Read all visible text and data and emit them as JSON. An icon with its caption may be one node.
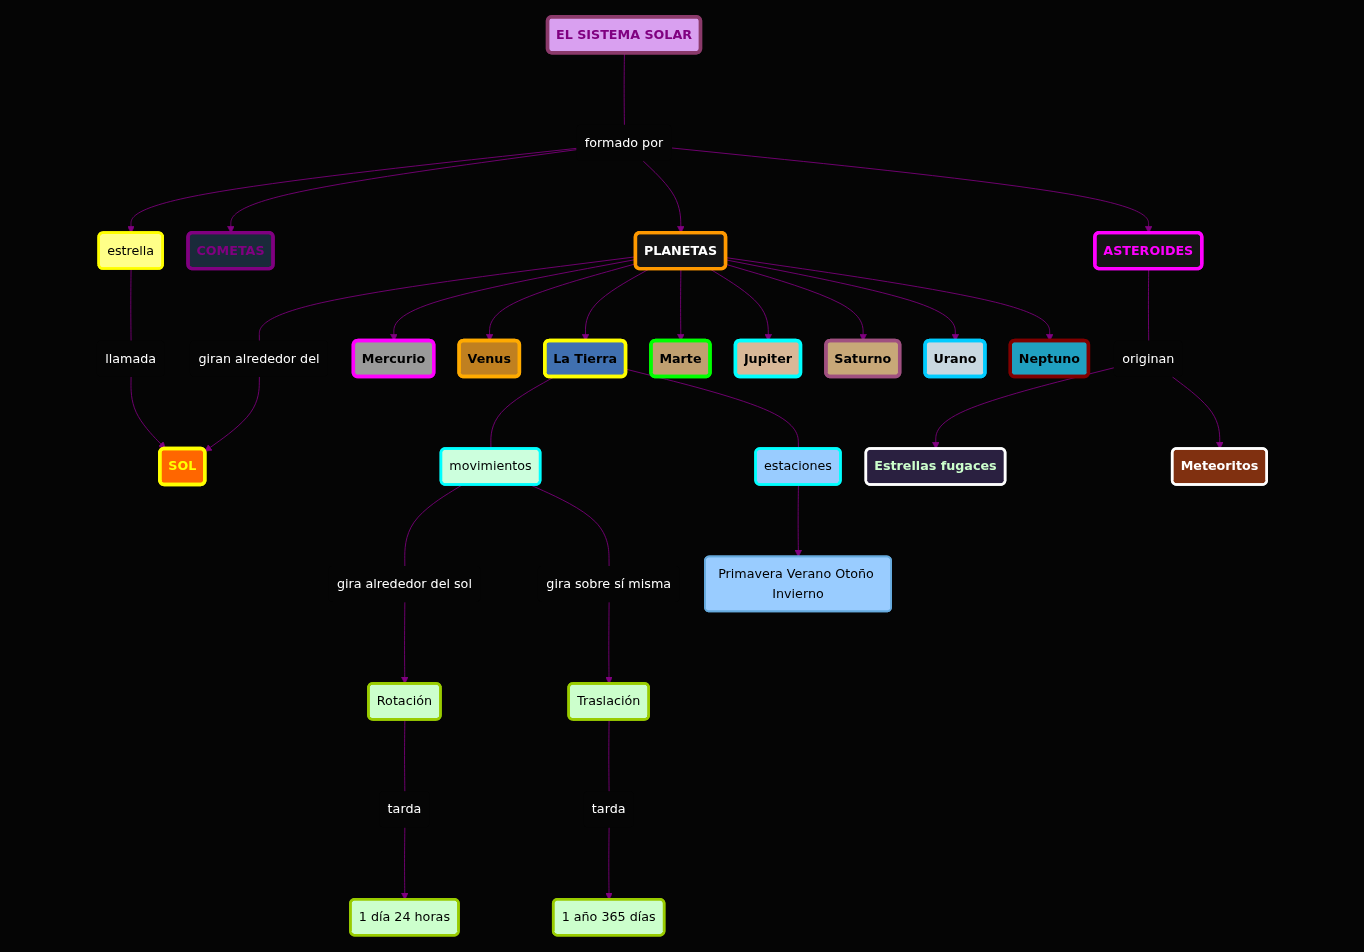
{
  "diagram": {
    "nodes": [
      {
        "text": [
          "EL SISTEMA SOLAR"
        ]
      },
      {
        "text": [
          "formado por"
        ]
      },
      {
        "text": [
          "estrella"
        ]
      },
      {
        "text": [
          "COMETAS"
        ]
      },
      {
        "text": [
          "llamada"
        ]
      },
      {
        "text": [
          "PLANETAS"
        ]
      },
      {
        "text": [
          "ASTEROIDES"
        ]
      },
      {
        "text": [
          "SOL"
        ]
      },
      {
        "text": [
          "giran alrededor del"
        ]
      },
      {
        "text": [
          "originan"
        ]
      },
      {
        "text": [
          "Estrellas fugaces"
        ]
      },
      {
        "text": [
          "Meteoritos"
        ]
      },
      {
        "text": [
          "Mercurio"
        ]
      },
      {
        "text": [
          "Venus"
        ]
      },
      {
        "text": [
          "La Tierra"
        ]
      },
      {
        "text": [
          "Marte"
        ]
      },
      {
        "text": [
          "Jupiter"
        ]
      },
      {
        "text": [
          "Saturno"
        ]
      },
      {
        "text": [
          "Urano"
        ]
      },
      {
        "text": [
          "Neptuno"
        ]
      },
      {
        "text": [
          "movimientos"
        ]
      },
      {
        "text": [
          "estaciones"
        ]
      },
      {
        "text": [
          "gira alrededor del sol"
        ]
      },
      {
        "text": [
          "gira sobre sí misma"
        ]
      },
      {
        "text": [
          "Rotación"
        ]
      },
      {
        "text": [
          "Traslación"
        ]
      },
      {
        "text": [
          "tarda"
        ]
      },
      {
        "text": [
          "tarda"
        ]
      },
      {
        "text": [
          "1 día 24 horas"
        ]
      },
      {
        "text": [
          "1 año 365 días"
        ]
      },
      {
        "text": [
          "Primavera Verano Otoño Invierno"
        ]
      }
    ],
    "edges": [
      {
        "from": 0,
        "to": 1,
        "arrow": "none"
      },
      {
        "from": 1,
        "to": 2,
        "arrow": "to"
      },
      {
        "from": 1,
        "to": 3,
        "arrow": "to"
      },
      {
        "from": 1,
        "to": 5,
        "arrow": "to"
      },
      {
        "from": 1,
        "to": 6,
        "arrow": "to"
      },
      {
        "from": 2,
        "to": 4,
        "arrow": "none"
      },
      {
        "from": 4,
        "to": 7,
        "arrow": "to"
      },
      {
        "from": 5,
        "to": 8,
        "arrow": "none"
      },
      {
        "from": 8,
        "to": 7,
        "arrow": "to"
      },
      {
        "from": 6,
        "to": 9,
        "arrow": "none"
      },
      {
        "from": 9,
        "to": 10,
        "arrow": "to"
      },
      {
        "from": 9,
        "to": 11,
        "arrow": "to"
      },
      {
        "from": 5,
        "to": 12,
        "arrow": "to"
      },
      {
        "from": 5,
        "to": 13,
        "arrow": "to"
      },
      {
        "from": 5,
        "to": 14,
        "arrow": "to"
      },
      {
        "from": 5,
        "to": 15,
        "arrow": "to"
      },
      {
        "from": 5,
        "to": 16,
        "arrow": "to"
      },
      {
        "from": 5,
        "to": 17,
        "arrow": "to"
      },
      {
        "from": 5,
        "to": 18,
        "arrow": "to"
      },
      {
        "from": 5,
        "to": 19,
        "arrow": "to"
      },
      {
        "from": 14,
        "to": 20,
        "arrow": "none"
      },
      {
        "from": 14,
        "to": 21,
        "arrow": "none"
      },
      {
        "from": 20,
        "to": 22,
        "arrow": "none"
      },
      {
        "from": 20,
        "to": 23,
        "arrow": "none"
      },
      {
        "from": 22,
        "to": 24,
        "arrow": "to"
      },
      {
        "from": 23,
        "to": 25,
        "arrow": "to"
      },
      {
        "from": 24,
        "to": 26,
        "arrow": "none"
      },
      {
        "from": 26,
        "to": 28,
        "arrow": "to"
      },
      {
        "from": 25,
        "to": 27,
        "arrow": "none"
      },
      {
        "from": 27,
        "to": 29,
        "arrow": "to"
      },
      {
        "from": 21,
        "to": 30,
        "arrow": "to"
      }
    ]
  }
}
